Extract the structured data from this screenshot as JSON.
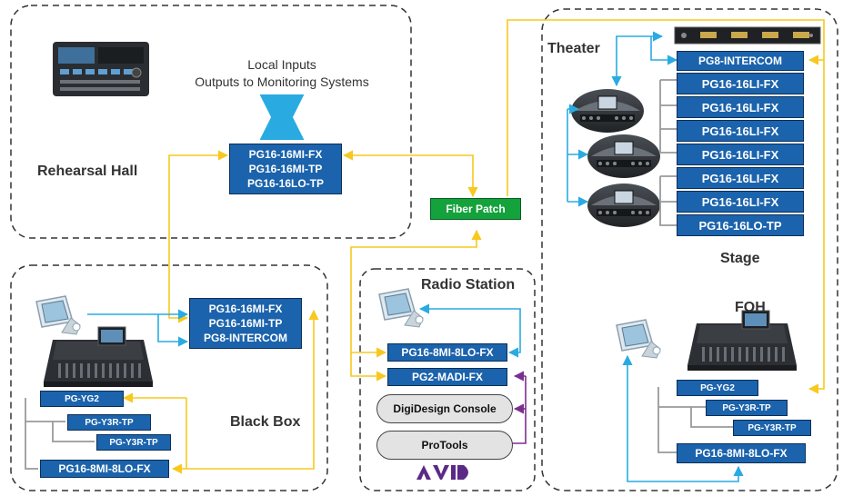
{
  "colors": {
    "zone_border": "#333333",
    "box_fill": "#1b63ac",
    "box_border": "#0d2f57",
    "fiber_fill": "#13a23c",
    "link_cyan": "#29abe2",
    "link_yellow": "#f7c81e",
    "link_purple": "#7a2f8f",
    "link_gray": "#9a9a9a",
    "avid_purple": "#5b2a86"
  },
  "zones": {
    "rehearsal_hall": {
      "title": "Rehearsal Hall",
      "caption_line1": "Local Inputs",
      "caption_line2": "Outputs to Monitoring Systems",
      "box_lines": [
        "PG16-16MI-FX",
        "PG16-16MI-TP",
        "PG16-16LO-TP"
      ]
    },
    "black_box": {
      "title": "Black Box",
      "box_lines": [
        "PG16-16MI-FX",
        "PG16-16MI-TP",
        "PG8-INTERCOM"
      ],
      "chain": [
        "PG-YG2",
        "PG-Y3R-TP",
        "PG-Y3R-TP"
      ],
      "output": "PG16-8MI-8LO-FX"
    },
    "radio_station": {
      "title": "Radio Station",
      "boxes": [
        "PG16-8MI-8LO-FX",
        "PG2-MADI-FX"
      ],
      "consoles": [
        "DigiDesign Console",
        "ProTools"
      ]
    },
    "theater": {
      "title": "Theater",
      "stage_title": "Stage",
      "boxes": [
        "PG8-INTERCOM",
        "PG16-16LI-FX",
        "PG16-16LI-FX",
        "PG16-16LI-FX",
        "PG16-16LI-FX",
        "PG16-16LI-FX",
        "PG16-16LI-FX",
        "PG16-16LO-TP"
      ]
    },
    "foh": {
      "title": "FOH",
      "chain": [
        "PG-YG2",
        "PG-Y3R-TP",
        "PG-Y3R-TP"
      ],
      "output": "PG16-8MI-8LO-FX"
    }
  },
  "fiber_patch": "Fiber Patch",
  "icons": {
    "mixer_tablet": "digital-mixer-panel-icon",
    "monitor": "touchscreen-monitor-icon",
    "console": "mixing-console-icon",
    "stagebox": "stage-box-icon",
    "rack": "rack-unit-icon",
    "avid": "avid-logo-icon"
  }
}
